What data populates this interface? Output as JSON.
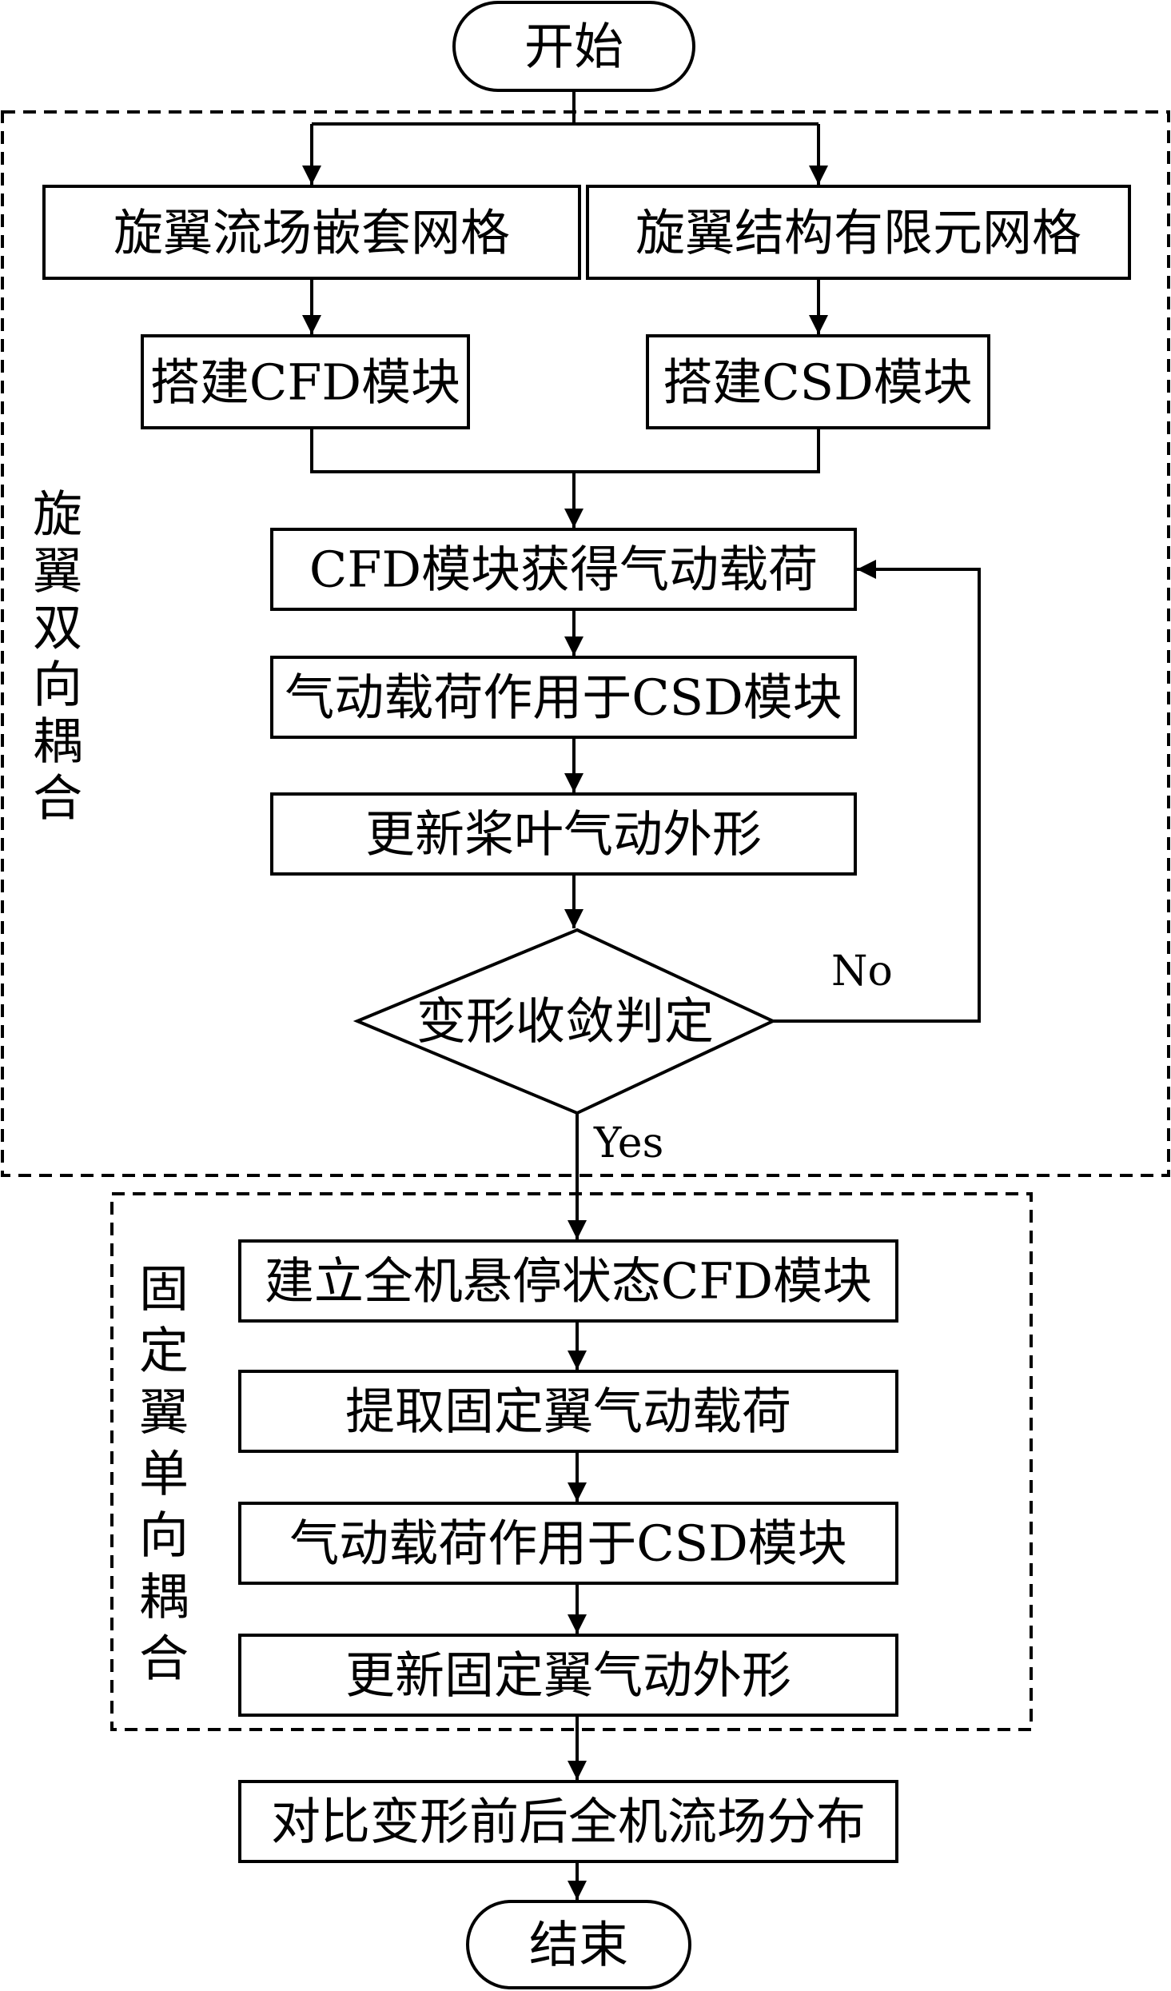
{
  "start": "开始",
  "end": "结束",
  "rotor_group": {
    "label_chars": [
      "旋",
      "翼",
      "双",
      "向",
      "耦",
      "合"
    ],
    "left_steps": [
      "旋翼流场嵌套网格",
      "搭建CFD模块"
    ],
    "right_steps": [
      "旋翼结构有限元网格",
      "搭建CSD模块"
    ],
    "loop_steps": [
      "CFD模块获得气动载荷",
      "气动载荷作用于CSD模块",
      "更新桨叶气动外形"
    ],
    "decision": "变形收敛判定",
    "no_label": "No",
    "yes_label": "Yes"
  },
  "wing_group": {
    "label_chars": [
      "固",
      "定",
      "翼",
      "单",
      "向",
      "耦",
      "合"
    ],
    "steps": [
      "建立全机悬停状态CFD模块",
      "提取固定翼气动载荷",
      "气动载荷作用于CSD模块",
      "更新固定翼气动外形"
    ]
  },
  "final_step": "对比变形前后全机流场分布"
}
